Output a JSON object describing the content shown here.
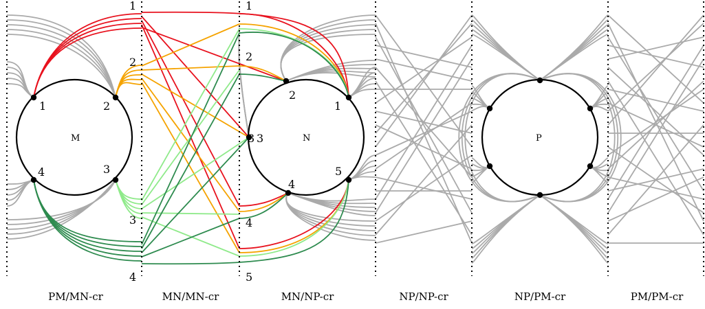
{
  "colors": {
    "gray": "#aaaaaa",
    "red": "#e8121e",
    "orange": "#f5a300",
    "light_green": "#8fea8a",
    "dark_green": "#2e8b4f",
    "black": "#000000"
  },
  "circles": [
    {
      "id": "M",
      "label": "M"
    },
    {
      "id": "N",
      "label": "N"
    },
    {
      "id": "P",
      "label": "P"
    }
  ],
  "circle_m_ports": [
    "1",
    "2",
    "3",
    "4"
  ],
  "circle_n_ports": [
    "1",
    "2",
    "3",
    "4",
    "5"
  ],
  "column_mn_labels": [
    "1",
    "2",
    "3",
    "4"
  ],
  "column_np_labels": [
    "1",
    "2",
    "3",
    "4",
    "5"
  ],
  "regions": [
    "PM/MN-cr",
    "MN/MN-cr",
    "MN/NP-cr",
    "NP/NP-cr",
    "NP/PM-cr",
    "PM/PM-cr"
  ]
}
